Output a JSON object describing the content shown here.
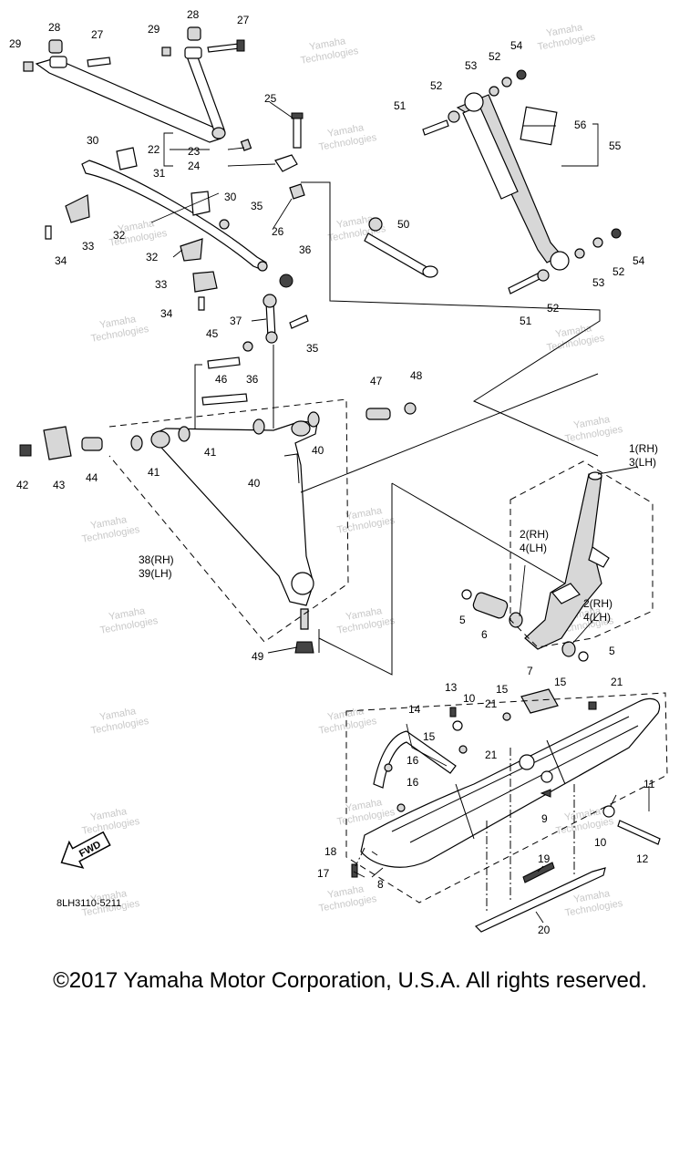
{
  "diagram": {
    "drawing_code": "8LH3110-5211",
    "fwd_label": "FWD",
    "watermark_line1": "Yamaha",
    "watermark_line2": "Technologies",
    "callouts": {
      "c1_3": [
        "1(RH)",
        "3(LH)"
      ],
      "c2_4a": [
        "2(RH)",
        "4(LH)"
      ],
      "c2_4b": [
        "2(RH)",
        "4(LH)"
      ],
      "c38_39": [
        "38(RH)",
        "39(LH)"
      ],
      "c5a": "5",
      "c5b": "5",
      "c6": "6",
      "c7": "7",
      "c8": "8",
      "c9": "9",
      "c10a": "10",
      "c10b": "10",
      "c11": "11",
      "c12": "12",
      "c13": "13",
      "c14": "14",
      "c15a": "15",
      "c15b": "15",
      "c15c": "15",
      "c16a": "16",
      "c16b": "16",
      "c17": "17",
      "c18": "18",
      "c19": "19",
      "c20": "20",
      "c21a": "21",
      "c21b": "21",
      "c21c": "21",
      "c22": "22",
      "c23": "23",
      "c24": "24",
      "c25": "25",
      "c26": "26",
      "c27a": "27",
      "c27b": "27",
      "c28a": "28",
      "c28b": "28",
      "c29a": "29",
      "c29b": "29",
      "c30a": "30",
      "c30b": "30",
      "c31": "31",
      "c32a": "32",
      "c32b": "32",
      "c33a": "33",
      "c33b": "33",
      "c34a": "34",
      "c34b": "34",
      "c35a": "35",
      "c35b": "35",
      "c36a": "36",
      "c36b": "36",
      "c37": "37",
      "c40a": "40",
      "c40b": "40",
      "c41a": "41",
      "c41b": "41",
      "c42": "42",
      "c43": "43",
      "c44": "44",
      "c45": "45",
      "c46": "46",
      "c47": "47",
      "c48": "48",
      "c49": "49",
      "c50": "50",
      "c51a": "51",
      "c51b": "51",
      "c52a": "52",
      "c52b": "52",
      "c52c": "52",
      "c52d": "52",
      "c53a": "53",
      "c53b": "53",
      "c54a": "54",
      "c54b": "54",
      "c55": "55",
      "c56": "56"
    }
  },
  "copyright": "©2017 Yamaha Motor Corporation, U.S.A. All rights reserved."
}
